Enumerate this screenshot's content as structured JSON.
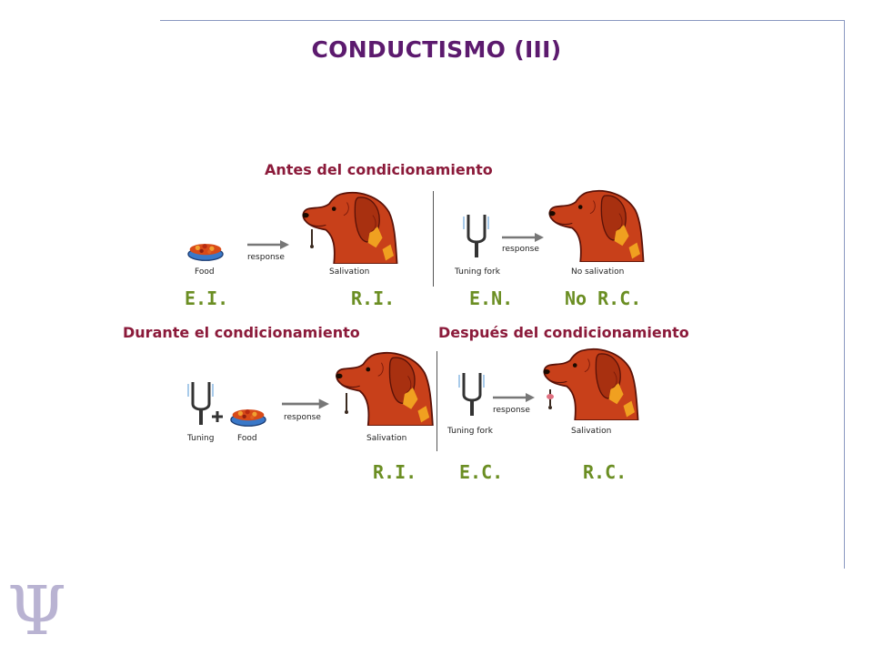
{
  "slide": {
    "title": "CONDUCTISMO (III)",
    "logo_glyph": "Ψ"
  },
  "colors": {
    "title": "#5c1a6e",
    "heading": "#8b1a3a",
    "abbreviation": "#6b8e23",
    "frame": "#8a98c0",
    "logo": "#b9b3d2",
    "dog_body": "#c8401a",
    "dog_spot": "#f0a020"
  },
  "sections": {
    "before": {
      "heading": "Antes del condicionamiento",
      "left_panel": {
        "stimulus_caption": "Food",
        "arrow_label": "response",
        "result_caption": "Salivation"
      },
      "right_panel": {
        "stimulus_caption": "Tuning fork",
        "arrow_label": "response",
        "result_caption": "No salivation"
      }
    },
    "during": {
      "heading": "Durante el condicionamiento",
      "stimulus1_caption": "Tuning",
      "stimulus2_caption": "Food",
      "arrow_label": "response",
      "result_caption": "Salivation"
    },
    "after": {
      "heading": "Después del condicionamiento",
      "stimulus_caption": "Tuning fork",
      "arrow_label": "response",
      "result_caption": "Salivation"
    }
  },
  "labels_row1": {
    "ei": "E.I.",
    "ri": "R.I.",
    "en": "E.N.",
    "no_rc": "No R.C."
  },
  "labels_row2": {
    "ri": "R.I.",
    "ec": "E.C.",
    "rc": "R.C."
  }
}
